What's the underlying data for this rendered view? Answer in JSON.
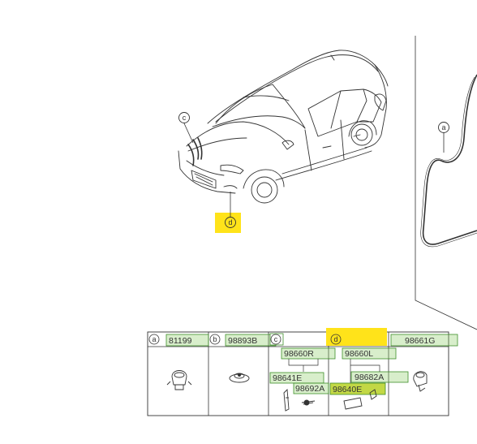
{
  "colors": {
    "line": "#333333",
    "highlight_yellow": "#ffe31a",
    "highlight_green": "#8fcf6a",
    "green_border": "#3f8f2a"
  },
  "callouts": {
    "c": "c",
    "d": "d",
    "a": "a"
  },
  "table": {
    "columns": [
      {
        "key": "a",
        "part": "81199"
      },
      {
        "key": "b",
        "part": "98893B"
      },
      {
        "key": "c",
        "part": ""
      },
      {
        "key": "d",
        "part": ""
      },
      {
        "key": "",
        "part": "98661G"
      }
    ],
    "c_parts": [
      "98660R",
      "98641E",
      "98692A"
    ],
    "d_parts": [
      "98660L",
      "98682A",
      "98640E"
    ]
  }
}
